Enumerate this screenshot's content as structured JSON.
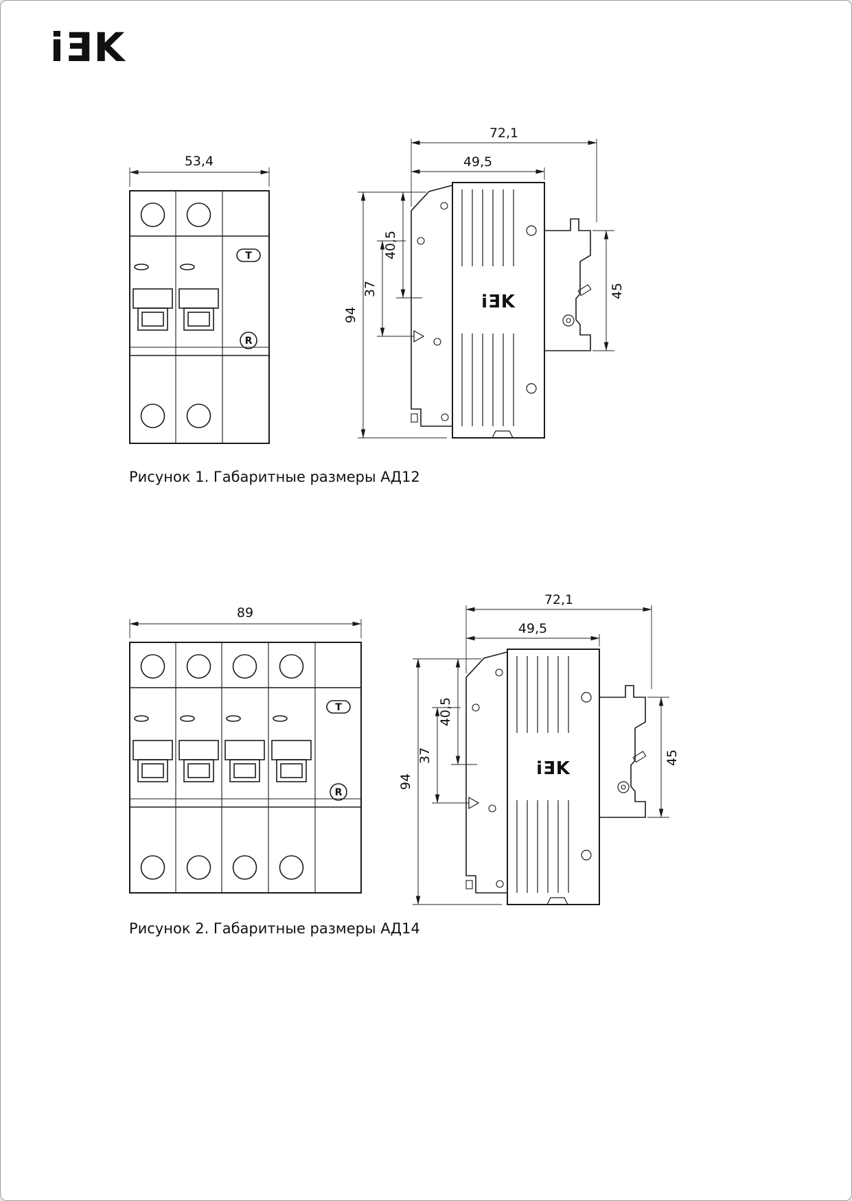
{
  "brand": {
    "logo": "iƎK"
  },
  "figure1": {
    "caption": "Рисунок 1. Габаритные размеры АД12",
    "front": {
      "width": "53,4",
      "test_button": "T",
      "reset_button": "R"
    },
    "side": {
      "overall_depth": "72,1",
      "face_width": "49,5",
      "offset_top": "40,5",
      "offset_mid": "37",
      "height": "94",
      "din_zone": "45"
    }
  },
  "figure2": {
    "caption": "Рисунок 2. Габаритные размеры АД14",
    "front": {
      "width": "89",
      "test_button": "T",
      "reset_button": "R"
    },
    "side": {
      "overall_depth": "72,1",
      "face_width": "49,5",
      "offset_top": "40,5",
      "offset_mid": "37",
      "height": "94",
      "din_zone": "45"
    }
  }
}
